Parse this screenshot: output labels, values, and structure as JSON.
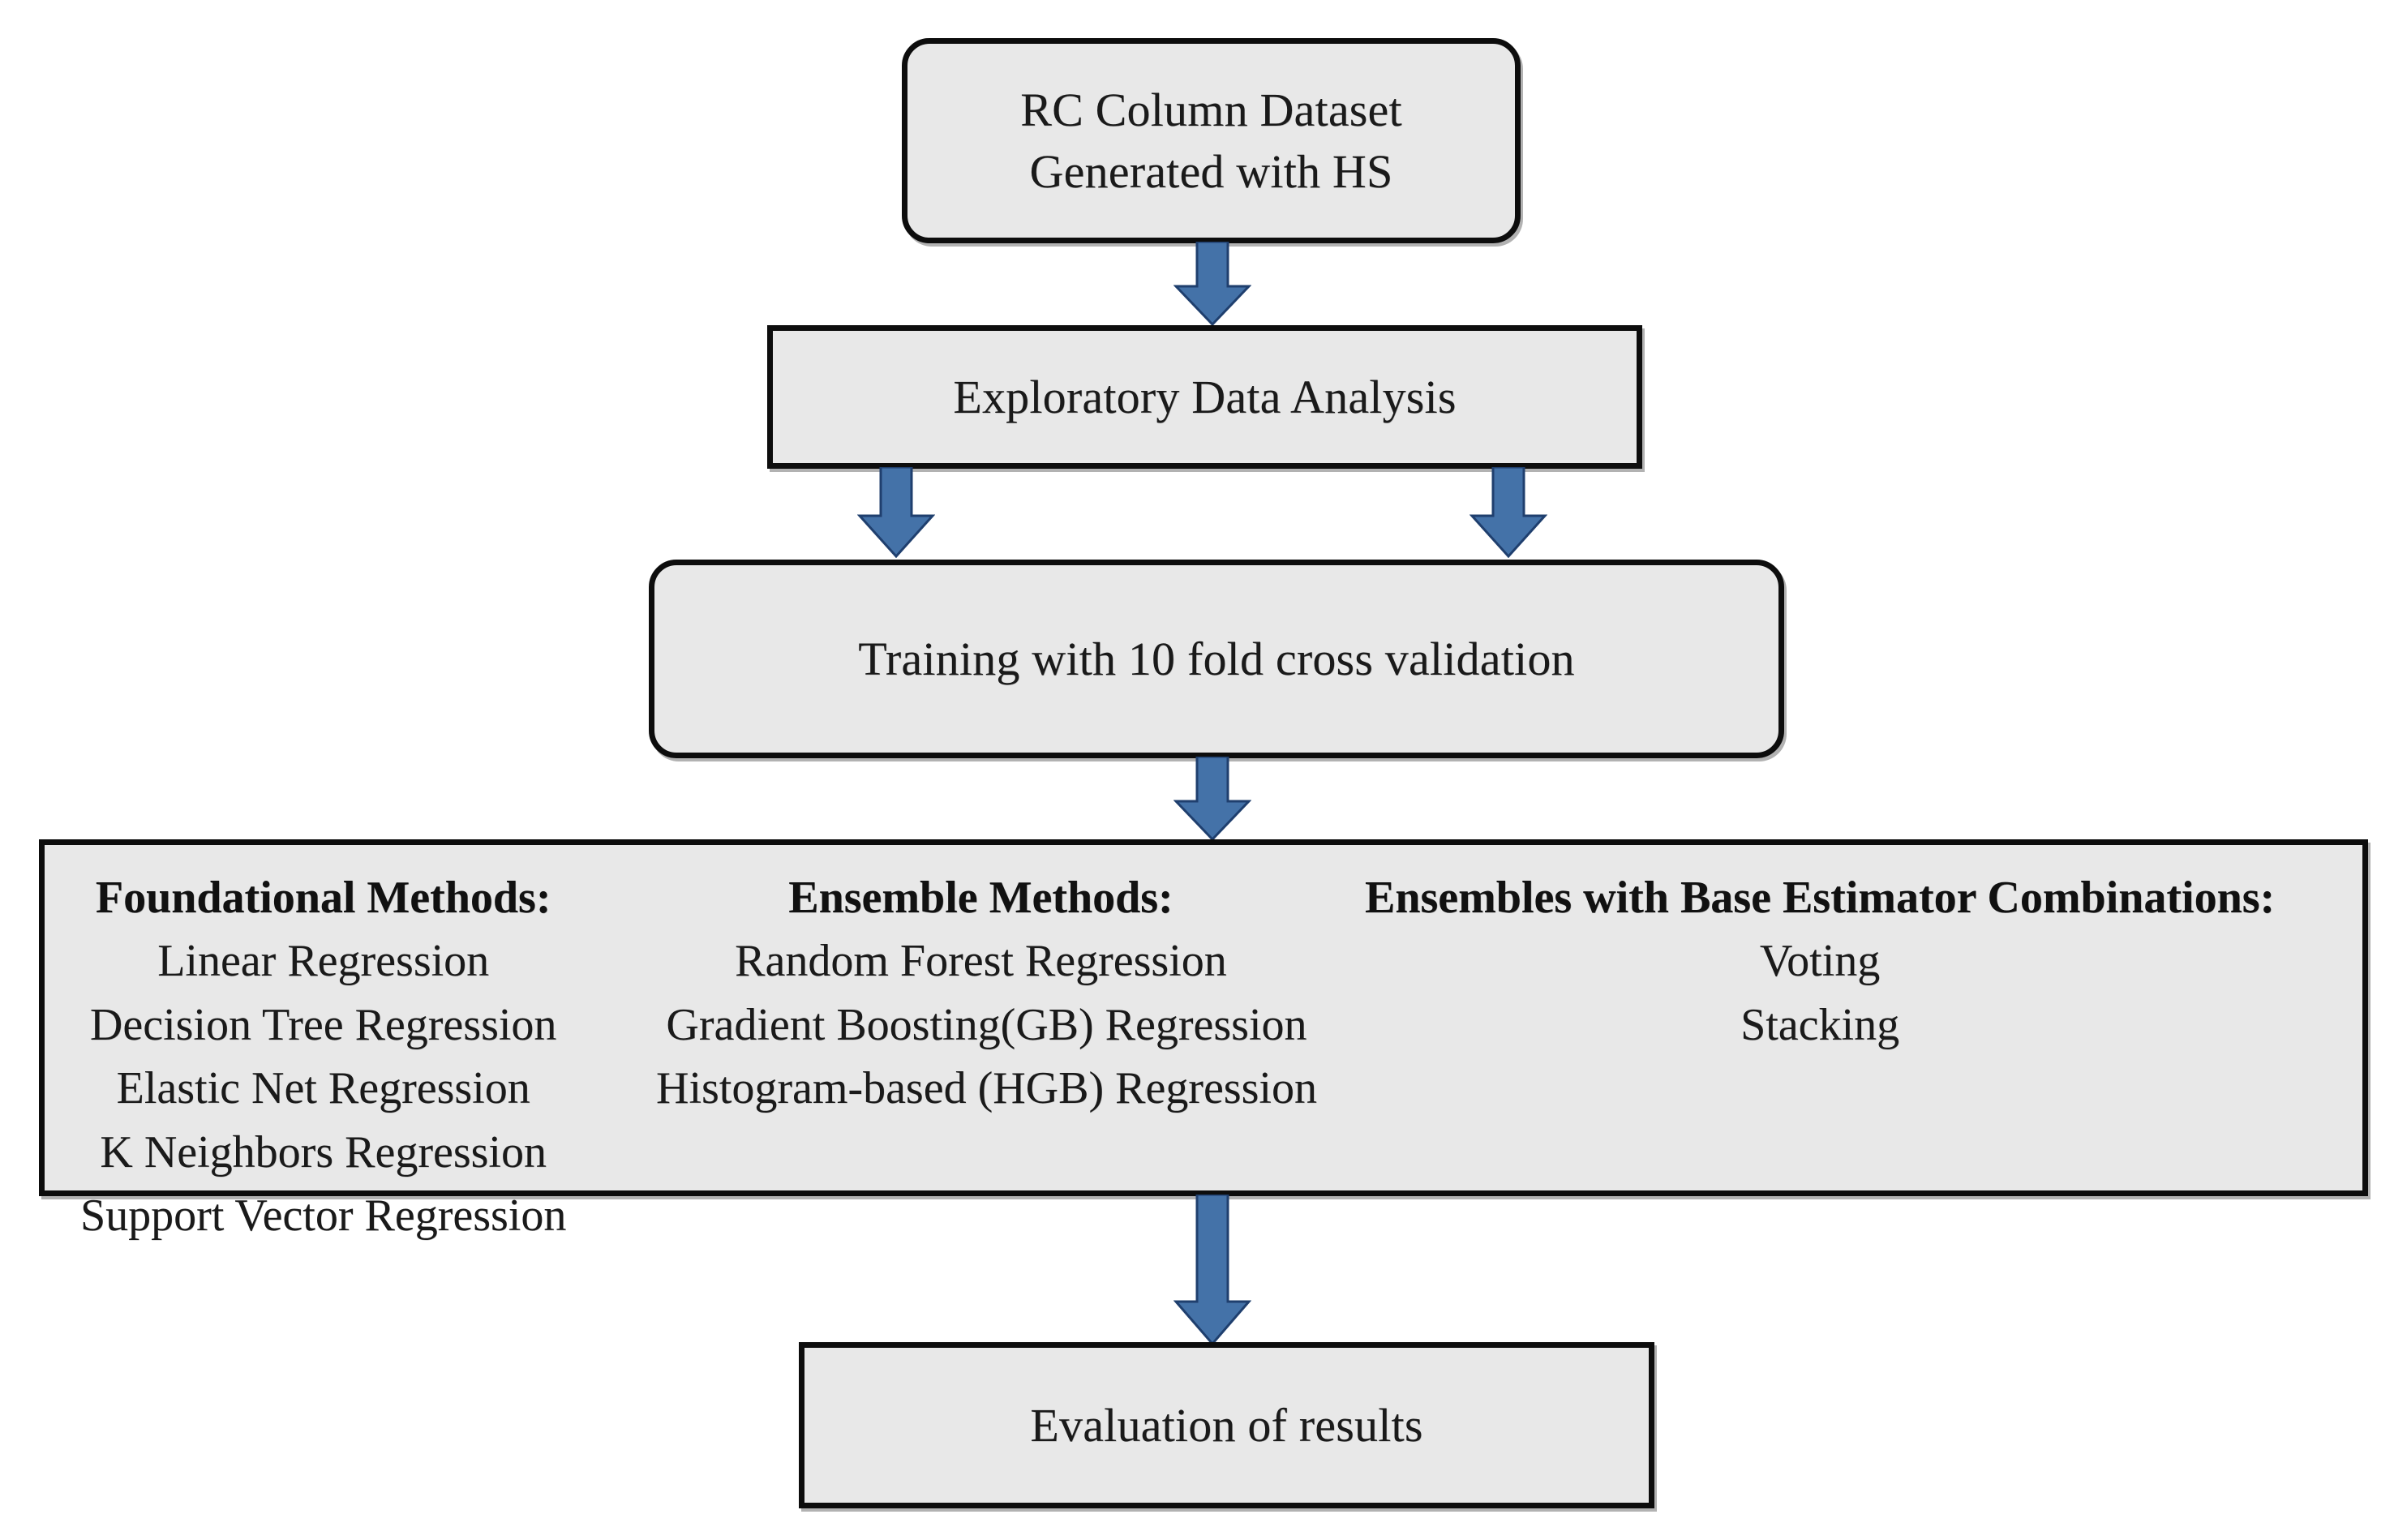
{
  "diagram": {
    "title": "Machine Learning Workflow Flowchart",
    "colors": {
      "box_fill": "#e8e8e8",
      "box_border": "#0d0d0d",
      "arrow_fill": "#4472a8",
      "arrow_stroke": "#1f3f6e",
      "text": "#1a1a1a",
      "background": "#ffffff"
    },
    "nodes": [
      {
        "id": "dataset",
        "label": "RC Column Dataset\nGenerated with HS",
        "shape": "rounded-rectangle"
      },
      {
        "id": "eda",
        "label": "Exploratory Data Analysis",
        "shape": "rectangle"
      },
      {
        "id": "training",
        "label": "Training with 10 fold cross validation",
        "shape": "rounded-rectangle"
      },
      {
        "id": "evaluation",
        "label": "Evaluation of results",
        "shape": "rectangle"
      }
    ],
    "methods_panel": {
      "shape": "rectangle",
      "columns": [
        {
          "id": "foundational",
          "heading": "Foundational Methods:",
          "items": [
            "Linear Regression",
            "Decision Tree Regression",
            "Elastic Net Regression",
            "K Neighbors Regression",
            "Support Vector Regression"
          ]
        },
        {
          "id": "ensemble",
          "heading": "Ensemble Methods:",
          "items": [
            "Random Forest Regression",
            "Gradient Boosting(GB) Regression",
            "Histogram-based (HGB) Regression"
          ]
        },
        {
          "id": "ensembles-base-estimator",
          "heading": "Ensembles with Base Estimator Combinations:",
          "items": [
            "Voting",
            "Stacking"
          ]
        }
      ]
    },
    "connectors": [
      {
        "id": "dataset-to-eda",
        "direction": "down"
      },
      {
        "id": "eda-to-training-left",
        "direction": "down"
      },
      {
        "id": "eda-to-training-right",
        "direction": "down"
      },
      {
        "id": "training-to-methods",
        "direction": "down"
      },
      {
        "id": "methods-to-evaluation",
        "direction": "down"
      }
    ]
  }
}
